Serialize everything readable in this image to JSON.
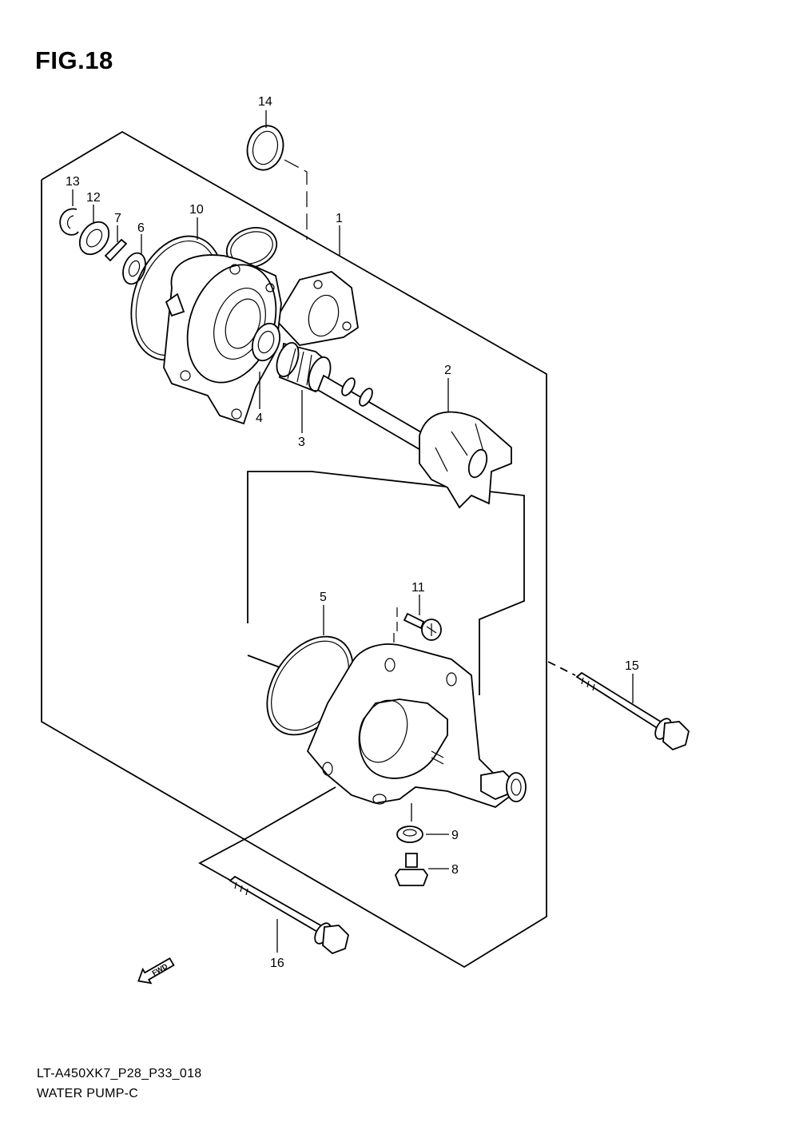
{
  "figure": {
    "title": "FIG.18"
  },
  "callouts": [
    {
      "id": "c1",
      "label": "1"
    },
    {
      "id": "c2",
      "label": "2"
    },
    {
      "id": "c3",
      "label": "3"
    },
    {
      "id": "c4",
      "label": "4"
    },
    {
      "id": "c5",
      "label": "5"
    },
    {
      "id": "c6",
      "label": "6"
    },
    {
      "id": "c7",
      "label": "7"
    },
    {
      "id": "c8",
      "label": "8"
    },
    {
      "id": "c9",
      "label": "9"
    },
    {
      "id": "c10",
      "label": "10"
    },
    {
      "id": "c11",
      "label": "11"
    },
    {
      "id": "c12",
      "label": "12"
    },
    {
      "id": "c13",
      "label": "13"
    },
    {
      "id": "c14",
      "label": "14"
    },
    {
      "id": "c15",
      "label": "15"
    },
    {
      "id": "c16",
      "label": "16"
    }
  ],
  "direction_marker": {
    "label": "FWD",
    "icon": "arrow-icon"
  },
  "footer": {
    "code": "LT-A450XK7_P28_P33_018",
    "name": "WATER PUMP-C"
  }
}
